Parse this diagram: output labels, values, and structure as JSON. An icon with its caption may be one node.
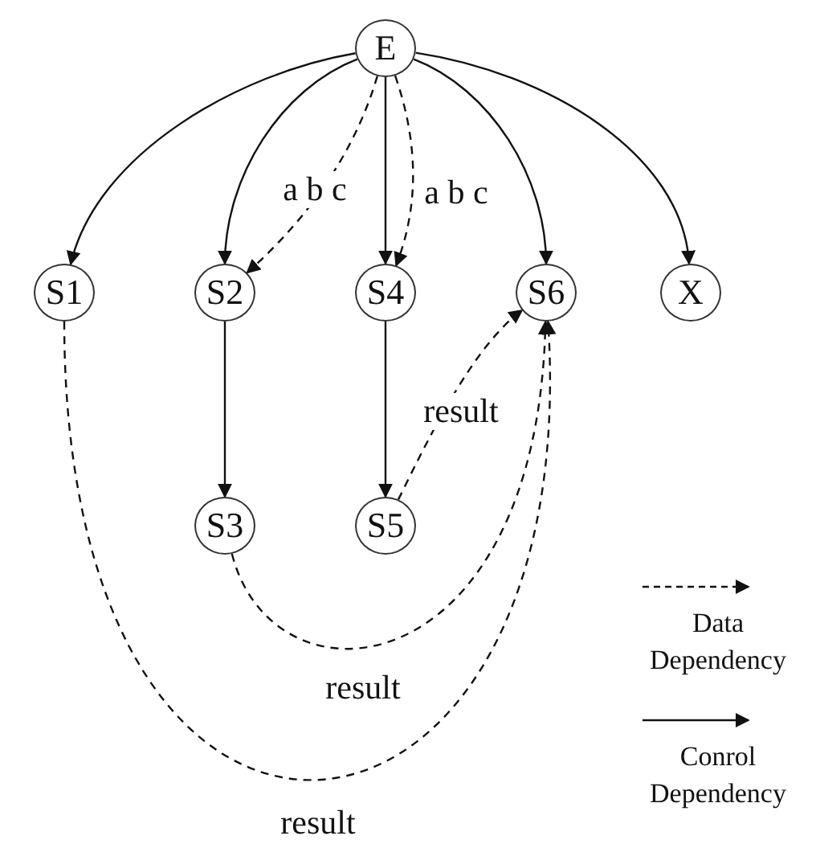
{
  "diagram": {
    "nodes": [
      {
        "text": [
          "E"
        ]
      },
      {
        "text": [
          "S1"
        ]
      },
      {
        "text": [
          "S2"
        ]
      },
      {
        "text": [
          "S4"
        ]
      },
      {
        "text": [
          "S6"
        ]
      },
      {
        "text": [
          "X"
        ]
      },
      {
        "text": [
          "S3"
        ]
      },
      {
        "text": [
          "S5"
        ]
      }
    ],
    "edges": [
      {
        "from": 0,
        "to": 1,
        "arrow": "to"
      },
      {
        "from": 0,
        "to": 2,
        "arrow": "to"
      },
      {
        "from": 0,
        "to": 2,
        "arrow": "to",
        "style": "dashed",
        "label": "a b c"
      },
      {
        "from": 0,
        "to": 3,
        "arrow": "to"
      },
      {
        "from": 0,
        "to": 3,
        "arrow": "to",
        "style": "dashed",
        "label": "a b c"
      },
      {
        "from": 0,
        "to": 4,
        "arrow": "to"
      },
      {
        "from": 0,
        "to": 5,
        "arrow": "to"
      },
      {
        "from": 2,
        "to": 6,
        "arrow": "to"
      },
      {
        "from": 3,
        "to": 7,
        "arrow": "to"
      },
      {
        "from": 7,
        "to": 4,
        "arrow": "to",
        "style": "dashed",
        "label": "result"
      },
      {
        "from": 6,
        "to": 4,
        "arrow": "to",
        "style": "dashed",
        "label": "result"
      },
      {
        "from": 1,
        "to": 4,
        "arrow": "to",
        "style": "dashed",
        "label": "result"
      }
    ],
    "legend": [
      {
        "text": "Data Dependency"
      },
      {
        "text": "Conrol Dependency"
      }
    ]
  }
}
